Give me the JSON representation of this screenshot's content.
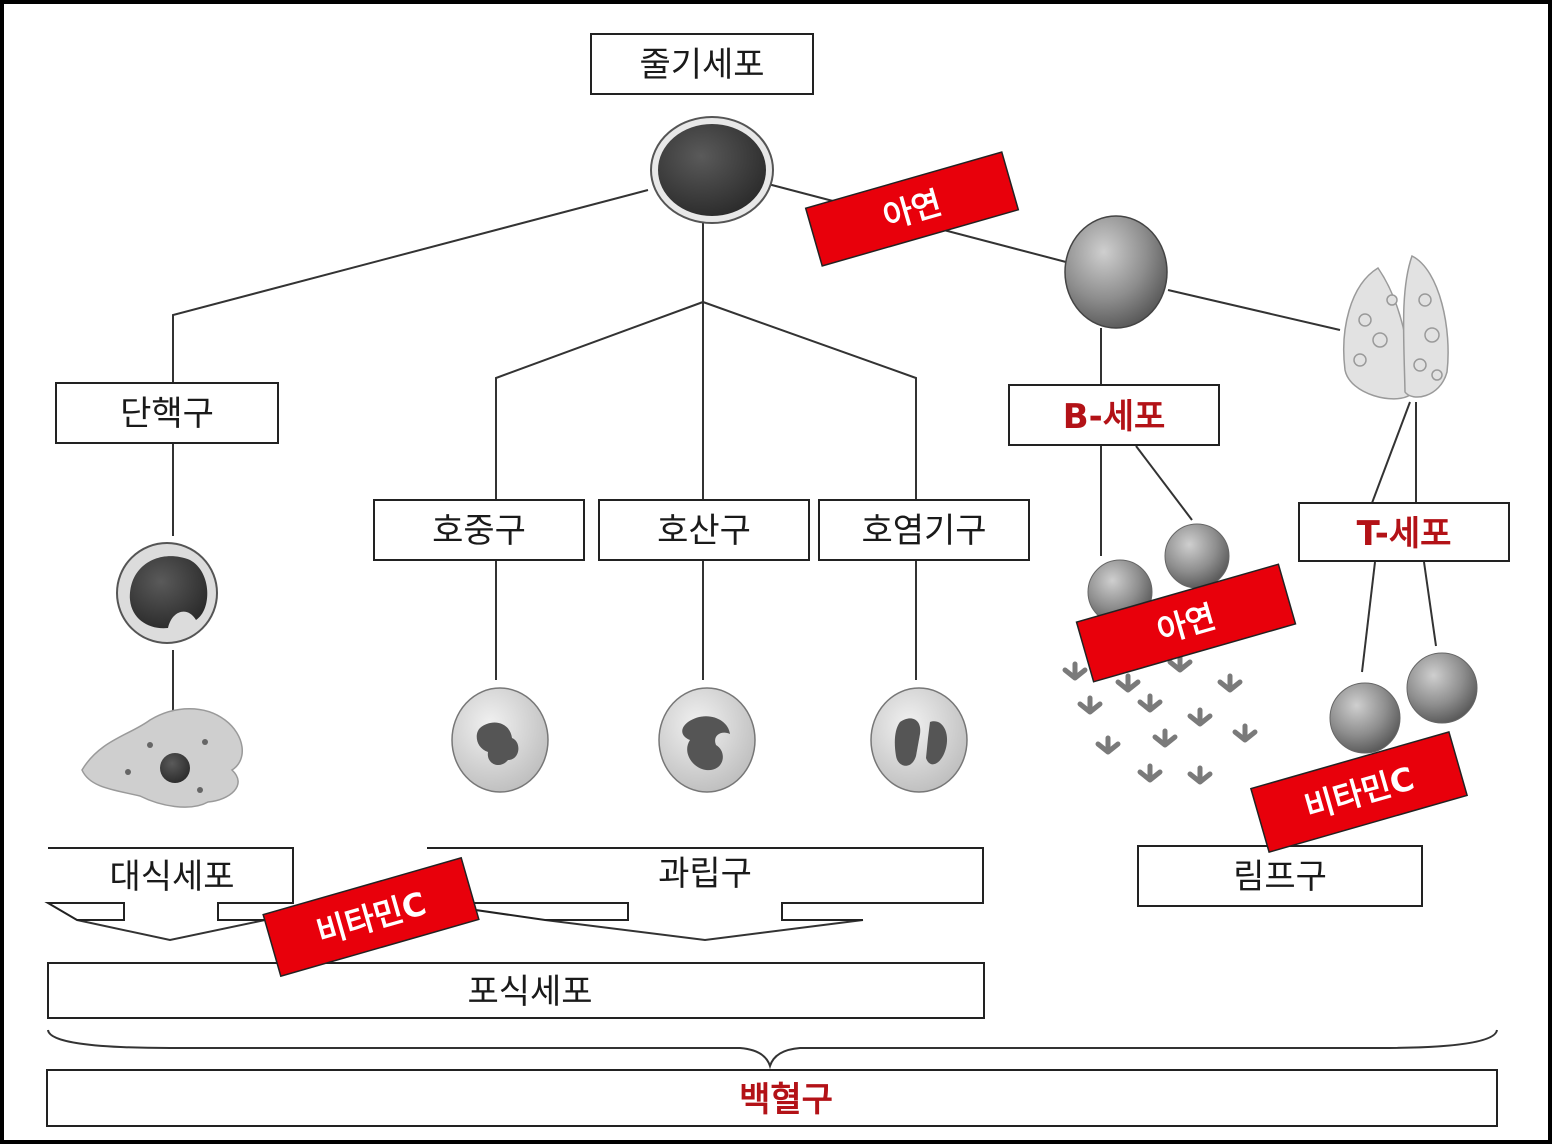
{
  "nodes": {
    "stem": "줄기세포",
    "monocyte": "단핵구",
    "neutrophil": "호중구",
    "eosinophil": "호산구",
    "basophil": "호염기구",
    "bcell": "B-세포",
    "tcell": "T-세포",
    "macrophage": "대식세포",
    "granulocyte": "과립구",
    "lymphocyte": "림프구",
    "phagocyte": "포식세포",
    "leukocyte": "백혈구"
  },
  "tags": {
    "zinc_top": "아연",
    "zinc_bcell": "아연",
    "vitc_phagocyte": "비타민C",
    "vitc_lymph": "비타민C"
  },
  "colors": {
    "tag_fill": "#e8000b",
    "emphasis_text": "#b31217",
    "line": "#333333",
    "cell_gray": "#8c8c8c"
  }
}
